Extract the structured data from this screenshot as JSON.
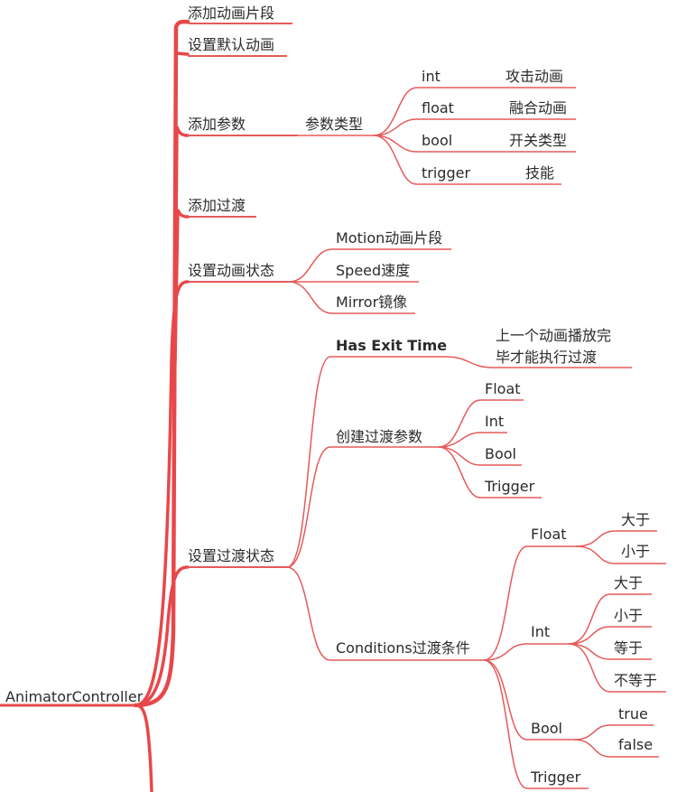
{
  "root": "AnimatorController",
  "branches": {
    "add_clip": "添加动画片段",
    "set_default": "设置默认动画",
    "add_param": "添加参数",
    "add_transition": "添加过渡",
    "set_state": "设置动画状态",
    "set_transition": "设置过渡状态"
  },
  "param_types": {
    "label": "参数类型",
    "items": [
      {
        "type": "int",
        "use": "攻击动画"
      },
      {
        "type": "float",
        "use": "融合动画"
      },
      {
        "type": "bool",
        "use": "开关类型"
      },
      {
        "type": "trigger",
        "use": "技能"
      }
    ]
  },
  "state_items": [
    "Motion动画片段",
    "Speed速度",
    "Mirror镜像"
  ],
  "transition": {
    "has_exit_time": "Has Exit Time",
    "has_exit_time_note": [
      "上一个动画播放完",
      "毕才能执行过渡"
    ],
    "create_params": "创建过渡参数",
    "param_list": [
      "Float",
      "Int",
      "Bool",
      "Trigger"
    ],
    "conditions": "Conditions过渡条件",
    "cond_float": {
      "label": "Float",
      "items": [
        "大于",
        "小于"
      ]
    },
    "cond_int": {
      "label": "Int",
      "items": [
        "大于",
        "小于",
        "等于",
        "不等于"
      ]
    },
    "cond_bool": {
      "label": "Bool",
      "items": [
        "true",
        "false"
      ]
    },
    "cond_trigger": "Trigger"
  },
  "colors": {
    "branch": "#e8474a",
    "line": "#e55a5a"
  }
}
